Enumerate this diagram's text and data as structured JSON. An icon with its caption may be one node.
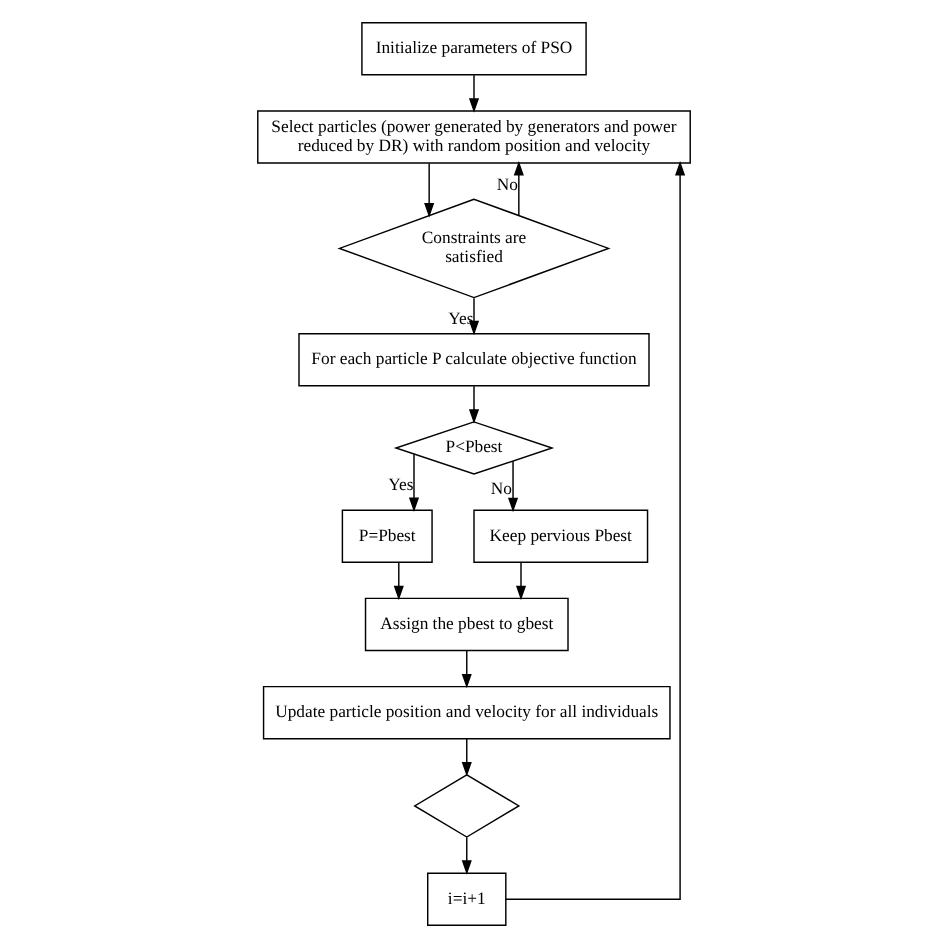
{
  "diagram": {
    "nodes": [
      {
        "text": [
          "Initialize parameters of PSO"
        ]
      },
      {
        "text": [
          "Select particles (power generated by generators and power reduced by DR) with random position and velocity"
        ]
      },
      {
        "text": [
          "Constraints are satisfied"
        ]
      },
      {
        "text": [
          "For each particle P calculate objective function"
        ]
      },
      {
        "text": [
          "P<Pbest"
        ]
      },
      {
        "text": [
          "P=Pbest"
        ]
      },
      {
        "text": [
          "Keep pervious Pbest"
        ]
      },
      {
        "text": [
          "Assign the pbest to gbest"
        ]
      },
      {
        "text": [
          "Update particle position and velocity for all individuals"
        ]
      },
      {
        "text": [],
        "shape": "diamond"
      },
      {
        "text": [
          "i=i+1"
        ]
      }
    ],
    "edges": [
      {
        "from": 0,
        "to": 1,
        "arrow": "to"
      },
      {
        "from": 1,
        "to": 2,
        "arrow": "to"
      },
      {
        "from": 2,
        "to": 1,
        "arrow": "to",
        "label": "No"
      },
      {
        "from": 2,
        "to": 3,
        "arrow": "to",
        "label": "Yes"
      },
      {
        "from": 3,
        "to": 4,
        "arrow": "to"
      },
      {
        "from": 4,
        "to": 5,
        "arrow": "to",
        "label": "Yes"
      },
      {
        "from": 4,
        "to": 6,
        "arrow": "to",
        "label": "No"
      },
      {
        "from": 5,
        "to": 7,
        "arrow": "to"
      },
      {
        "from": 6,
        "to": 7,
        "arrow": "to"
      },
      {
        "from": 7,
        "to": 8,
        "arrow": "to"
      },
      {
        "from": 8,
        "to": 9,
        "arrow": "to"
      },
      {
        "from": 9,
        "to": 10,
        "arrow": "to"
      },
      {
        "from": 10,
        "to": 1,
        "arrow": "to"
      }
    ]
  }
}
